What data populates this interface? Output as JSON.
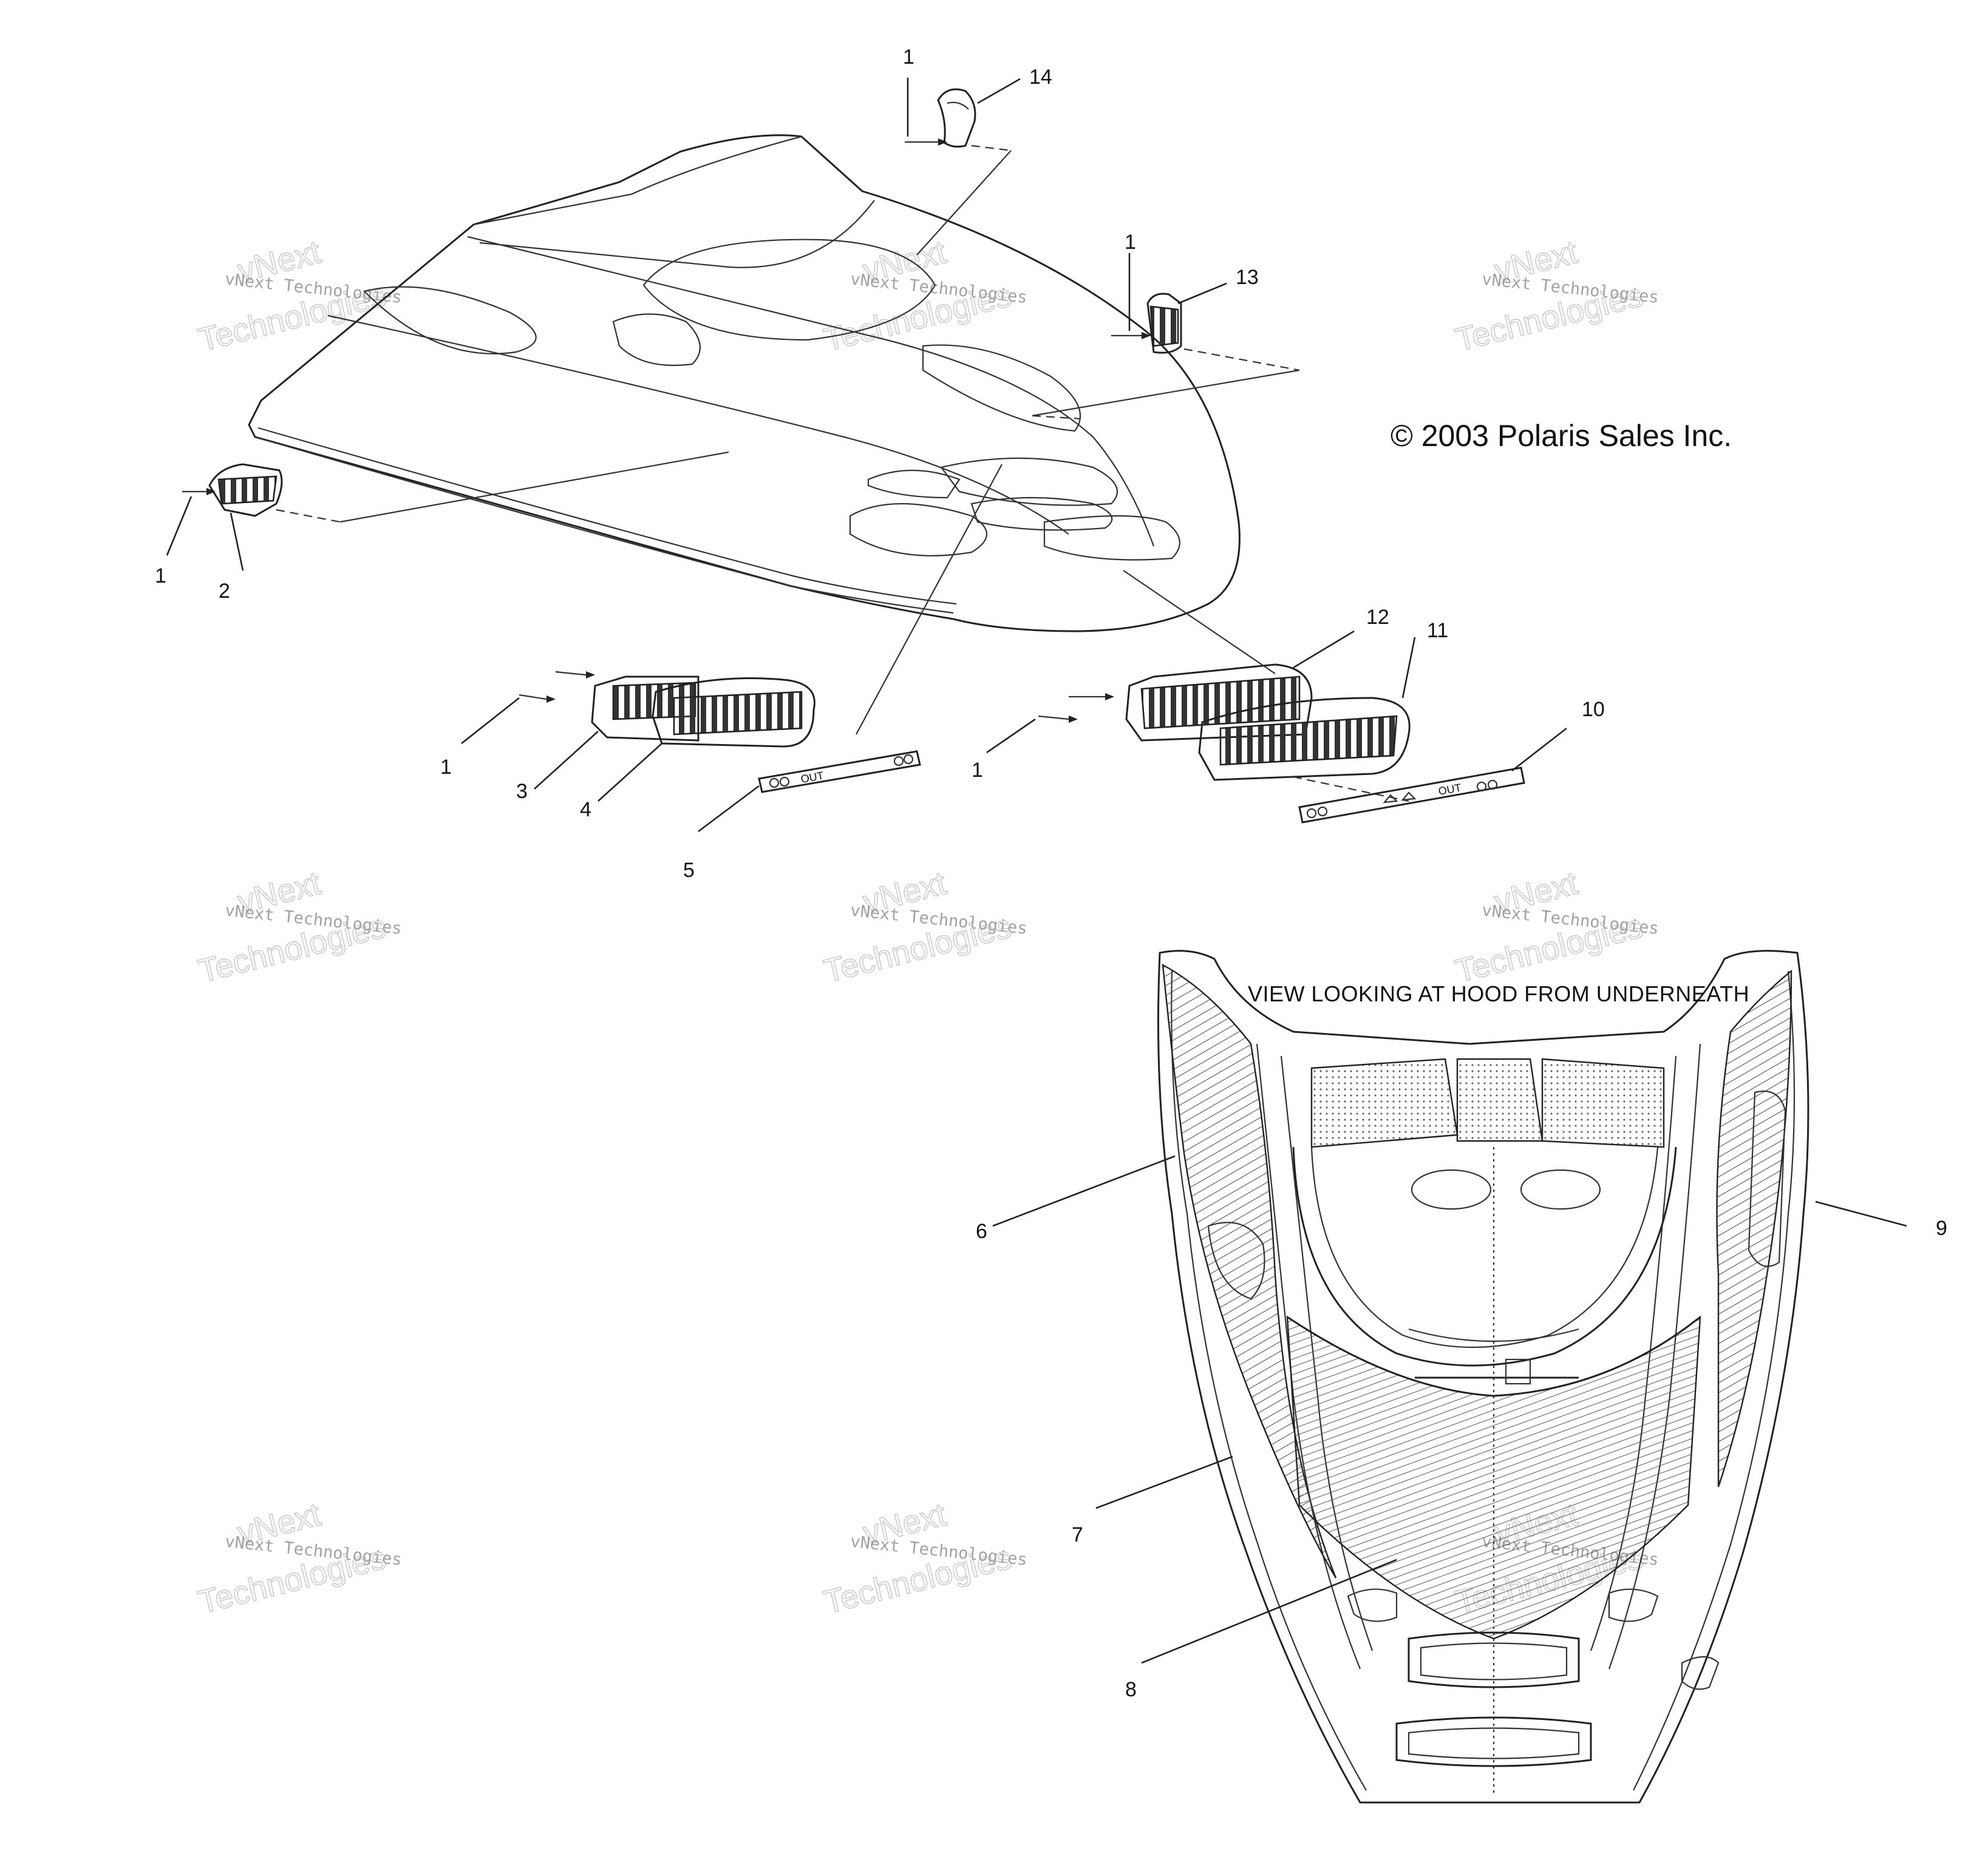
{
  "copyright": "© 2003 Polaris Sales Inc.",
  "view_label": "VIEW LOOKING AT HOOD FROM UNDERNEATH",
  "watermark": {
    "line1": "vNext",
    "line2": "vNext Technologies",
    "line3": "Technologies"
  },
  "callouts": {
    "c1_top": "1",
    "c14": "14",
    "c1_right": "1",
    "c13": "13",
    "c1_left": "1",
    "c2": "2",
    "c12": "12",
    "c11": "11",
    "c10": "10",
    "c1_mid_left": "1",
    "c3": "3",
    "c4": "4",
    "c5": "5",
    "c1_mid_right": "1",
    "c6": "6",
    "c7": "7",
    "c8": "8",
    "c9": "9"
  },
  "decals": {
    "label_5": "OUT",
    "label_10": "OUT"
  }
}
